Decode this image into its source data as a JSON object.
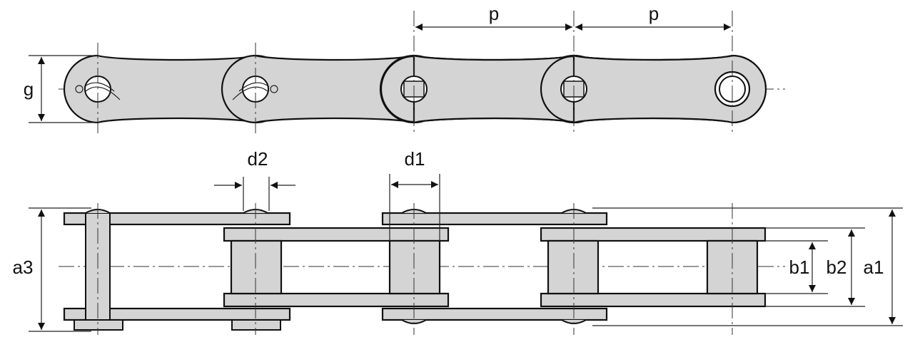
{
  "labels": {
    "pitch_1": "p",
    "pitch_2": "p",
    "plate_height": "g",
    "pin_diameter": "d2",
    "roller_diameter": "d1",
    "overall_width": "a3",
    "inner_width": "b1",
    "inner_outer_width": "b2",
    "total_width": "a1"
  },
  "colors": {
    "plate_fill": "#d4d4d4",
    "line": "#111111",
    "background": "#ffffff"
  }
}
